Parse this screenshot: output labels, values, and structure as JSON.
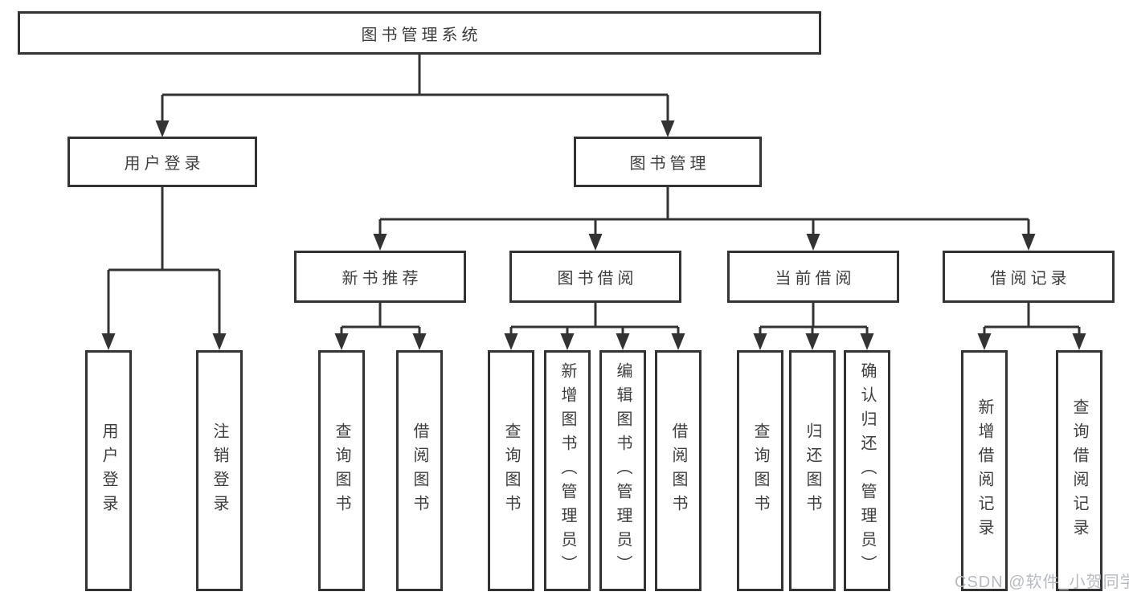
{
  "diagram": {
    "root": {
      "label": "图书管理系统"
    },
    "branches": [
      {
        "label": "用户登录",
        "children": [
          {
            "label": "用户登录"
          },
          {
            "label": "注销登录"
          }
        ]
      },
      {
        "label": "图书管理",
        "children": [
          {
            "label": "新书推荐",
            "children": [
              {
                "label": "查询图书"
              },
              {
                "label": "借阅图书"
              }
            ]
          },
          {
            "label": "图书借阅",
            "children": [
              {
                "label": "查询图书"
              },
              {
                "label": "新增图书（管理员）"
              },
              {
                "label": "编辑图书（管理员）"
              },
              {
                "label": "借阅图书"
              }
            ]
          },
          {
            "label": "当前借阅",
            "children": [
              {
                "label": "查询图书"
              },
              {
                "label": "归还图书"
              },
              {
                "label": "确认归还（管理员）"
              }
            ]
          },
          {
            "label": "借阅记录",
            "children": [
              {
                "label": "新增借阅记录"
              },
              {
                "label": "查询借阅记录"
              }
            ]
          }
        ]
      }
    ]
  },
  "watermark": {
    "text": "CSDN @软件_小贺同学"
  },
  "colors": {
    "line": "#333333",
    "box_border": "#333333",
    "text": "#3e3e3e",
    "watermark": "#b7babf",
    "background": "#ffffff"
  }
}
